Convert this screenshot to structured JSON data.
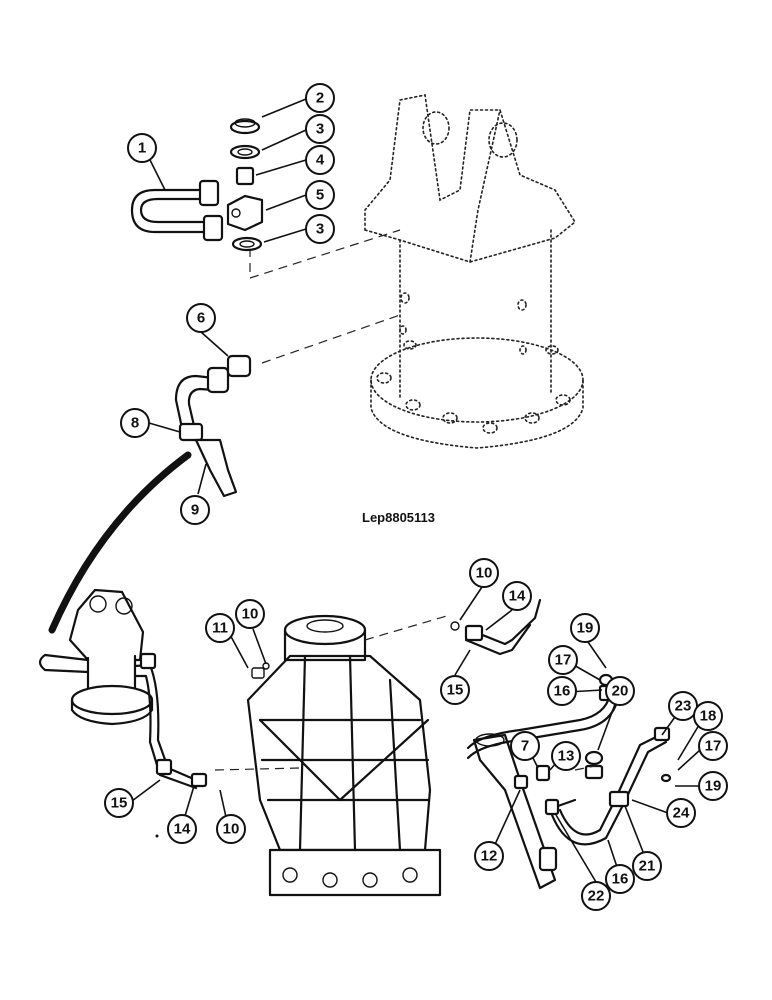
{
  "figure": {
    "reference_code": "Lep8805113",
    "callouts": [
      {
        "id": "c1",
        "label": "1"
      },
      {
        "id": "c2",
        "label": "2"
      },
      {
        "id": "c3a",
        "label": "3"
      },
      {
        "id": "c4",
        "label": "4"
      },
      {
        "id": "c5",
        "label": "5"
      },
      {
        "id": "c3b",
        "label": "3"
      },
      {
        "id": "c6",
        "label": "6"
      },
      {
        "id": "c8",
        "label": "8"
      },
      {
        "id": "c9",
        "label": "9"
      },
      {
        "id": "c10a",
        "label": "10"
      },
      {
        "id": "c14a",
        "label": "14"
      },
      {
        "id": "c15a",
        "label": "15"
      },
      {
        "id": "c11",
        "label": "11"
      },
      {
        "id": "c10b",
        "label": "10"
      },
      {
        "id": "c19a",
        "label": "19"
      },
      {
        "id": "c17a",
        "label": "17"
      },
      {
        "id": "c16a",
        "label": "16"
      },
      {
        "id": "c20",
        "label": "20"
      },
      {
        "id": "c23",
        "label": "23"
      },
      {
        "id": "c18",
        "label": "18"
      },
      {
        "id": "c7",
        "label": "7"
      },
      {
        "id": "c13",
        "label": "13"
      },
      {
        "id": "c17b",
        "label": "17"
      },
      {
        "id": "c19b",
        "label": "19"
      },
      {
        "id": "c24",
        "label": "24"
      },
      {
        "id": "c15b",
        "label": "15"
      },
      {
        "id": "c14b",
        "label": "14"
      },
      {
        "id": "c10c",
        "label": "10"
      },
      {
        "id": "c12",
        "label": "12"
      },
      {
        "id": "c22",
        "label": "22"
      },
      {
        "id": "c16b",
        "label": "16"
      },
      {
        "id": "c21",
        "label": "21"
      }
    ]
  }
}
